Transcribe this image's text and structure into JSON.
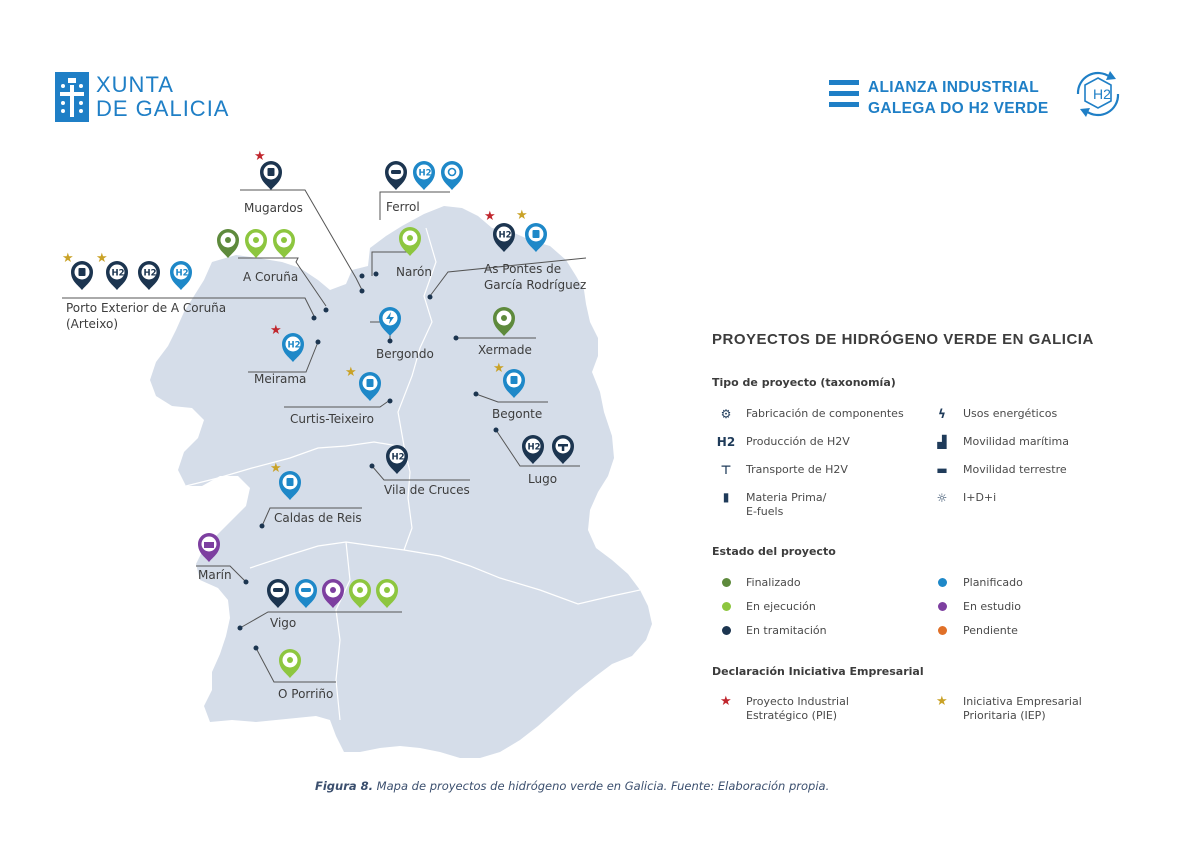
{
  "header": {
    "xunta_line1": "XUNTA",
    "xunta_line2": "DE GALICIA",
    "alianza_line1": "ALIANZA INDUSTRIAL",
    "alianza_line2": "GALEGA DO H2 VERDE",
    "h2_logo_text": "H2"
  },
  "colors": {
    "brand_blue": "#1f7fc6",
    "map_fill": "#d5dde9",
    "finalizado": "#5e8a3c",
    "en_ejecucion": "#8dc63f",
    "en_tramitacion": "#1c3550",
    "planificado": "#1e88c8",
    "en_estudio": "#7d3fa0",
    "pendiente": "#e07028",
    "pie_star": "#c0262d",
    "iep_star": "#c9a227"
  },
  "places": {
    "mugardos": "Mugardos",
    "ferrol": "Ferrol",
    "a_coruna": "A Coruña",
    "naron": "Narón",
    "as_pontes_1": "As Pontes de",
    "as_pontes_2": "García Rodríguez",
    "porto_1": "Porto Exterior de A Coruña",
    "porto_2": "(Arteixo)",
    "bergondo": "Bergondo",
    "xermade": "Xermade",
    "meirama": "Meirama",
    "curtis": "Curtis-Teixeiro",
    "begonte": "Begonte",
    "lugo": "Lugo",
    "vila_de_cruces": "Vila de Cruces",
    "caldas": "Caldas de Reis",
    "marin": "Marín",
    "vigo": "Vigo",
    "porrino": "O Porriño"
  },
  "pin_h2_text": "H2",
  "legend": {
    "title": "PROYECTOS DE HIDRÓGENO VERDE EN GALICIA",
    "section_tipo": "Tipo de proyecto (taxonomía)",
    "tipo": [
      {
        "icon": "gear-icon",
        "label": "Fabricación de componentes"
      },
      {
        "icon": "h2-icon",
        "glyph": "H2",
        "label": "Producción de H2V"
      },
      {
        "icon": "faucet-icon",
        "label": "Transporte de H2V"
      },
      {
        "icon": "canister-icon",
        "label_1": "Materia Prima/",
        "label_2": "E-fuels"
      },
      {
        "icon": "bolt-icon",
        "label": "Usos energéticos"
      },
      {
        "icon": "ship-icon",
        "label": "Movilidad marítima"
      },
      {
        "icon": "car-icon",
        "label": "Movilidad terrestre"
      },
      {
        "icon": "bulb-icon",
        "label": "I+D+i"
      }
    ],
    "section_estado": "Estado del proyecto",
    "estado": [
      {
        "label": "Finalizado"
      },
      {
        "label": "En ejecución"
      },
      {
        "label": "En tramitación"
      },
      {
        "label": "Planificado"
      },
      {
        "label": "En estudio"
      },
      {
        "label": "Pendiente"
      }
    ],
    "section_declaracion": "Declaración Iniciativa Empresarial",
    "pie_1": "Proyecto Industrial",
    "pie_2": "Estratégico (PIE)",
    "iep_1": "Iniciativa Empresarial",
    "iep_2": "Prioritaria (IEP)"
  },
  "caption": {
    "label": "Figura 8.",
    "text": " Mapa de proyectos de hidrógeno verde en Galicia. Fuente: Elaboración propia."
  }
}
